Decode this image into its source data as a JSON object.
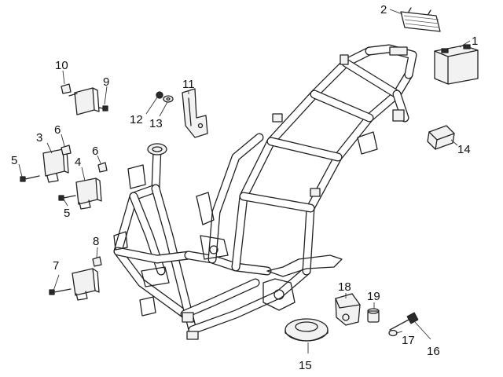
{
  "parts": [
    {
      "id": "battery",
      "label": "1"
    },
    {
      "id": "battery-strap",
      "label": "2"
    },
    {
      "id": "relay-upper",
      "label": "3"
    },
    {
      "id": "relay-middle",
      "label": "4"
    },
    {
      "id": "screw-upper-left",
      "label": "5"
    },
    {
      "id": "screw-lower-left",
      "label": "5"
    },
    {
      "id": "clip-relay-upper",
      "label": "6"
    },
    {
      "id": "clip-relay-middle",
      "label": "6"
    },
    {
      "id": "screw-relay-lower",
      "label": "7"
    },
    {
      "id": "clip-relay-lower",
      "label": "8"
    },
    {
      "id": "screw-bracket",
      "label": "9"
    },
    {
      "id": "clip-bracket",
      "label": "10"
    },
    {
      "id": "side-bracket",
      "label": "11"
    },
    {
      "id": "bolt-side-bracket",
      "label": "12"
    },
    {
      "id": "washer-side-bracket",
      "label": "13"
    },
    {
      "id": "connector-box",
      "label": "14"
    },
    {
      "id": "rubber-cap",
      "label": "15"
    },
    {
      "id": "stand-bolt",
      "label": "16"
    },
    {
      "id": "stand-washer",
      "label": "17"
    },
    {
      "id": "stand-bracket",
      "label": "18"
    },
    {
      "id": "stand-pin",
      "label": "19"
    }
  ]
}
